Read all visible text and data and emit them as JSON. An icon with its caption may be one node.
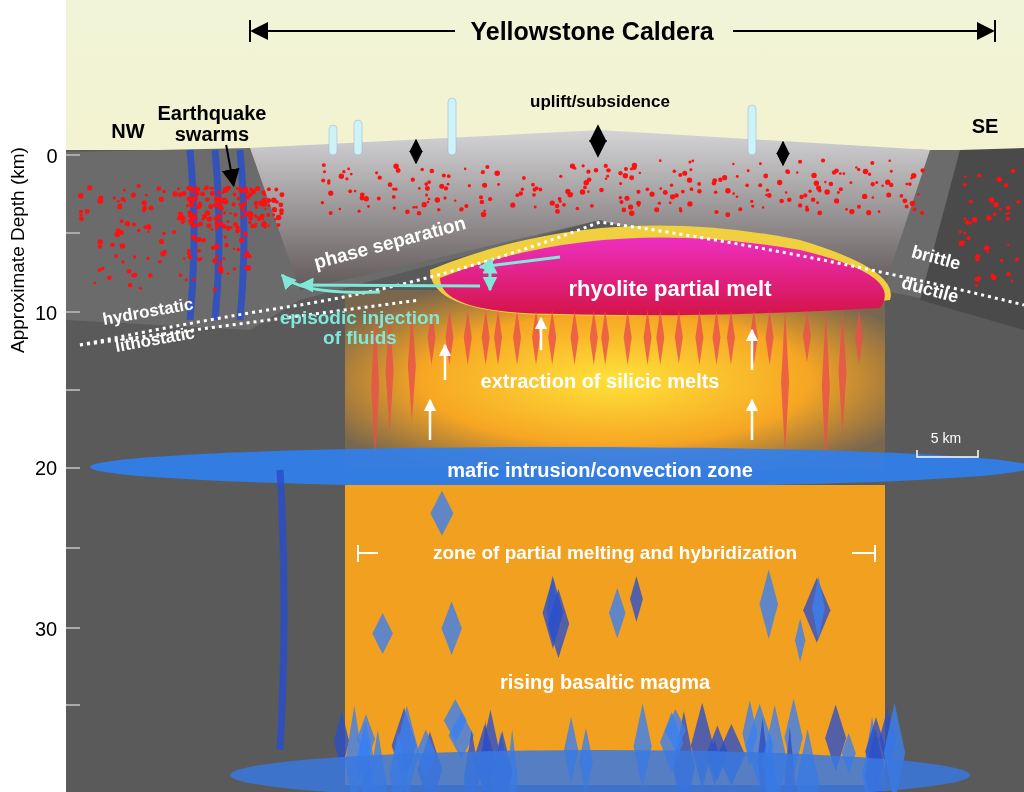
{
  "diagram": {
    "nodes": [
      {
        "text": [
          "Earthquake swarms"
        ]
      },
      {
        "text": [],
        "shape": "picture"
      }
    ],
    "edges": [
      {
        "from": 0,
        "to": 1,
        "arrow": "to"
      }
    ],
    "labels": [
      "Yellowstone Caldera",
      "uplift/subsidence",
      "NW",
      "SE",
      "0",
      "10",
      "20",
      "30",
      "Approximate Depth (km)",
      "phase separation",
      "hydrostatic",
      "lithostatic",
      "episodic injection of fluids",
      "brittle",
      "ductile",
      "rhyolite partial melt",
      "extraction of silicic melts",
      "mafic intrusion/convection zone",
      "zone of partial melting and hybridization",
      "rising basaltic magma",
      "5 km"
    ]
  }
}
